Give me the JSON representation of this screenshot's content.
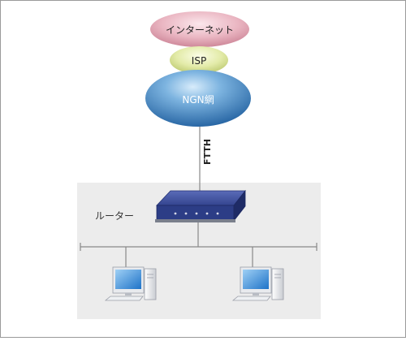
{
  "nodes": {
    "internet": "インターネット",
    "isp": "ISP",
    "ngn": "NGN網"
  },
  "link": {
    "ftth": "FTTH"
  },
  "lan": {
    "router_label": "ルーター"
  },
  "colors": {
    "internet_fill": "#e2a3b1",
    "isp_fill": "#dfe7a0",
    "ngn_fill": "#3c83bf",
    "lan_area": "#ececec",
    "router_body": "#2c3d86",
    "line": "#888888",
    "border": "#9a9a9a"
  }
}
